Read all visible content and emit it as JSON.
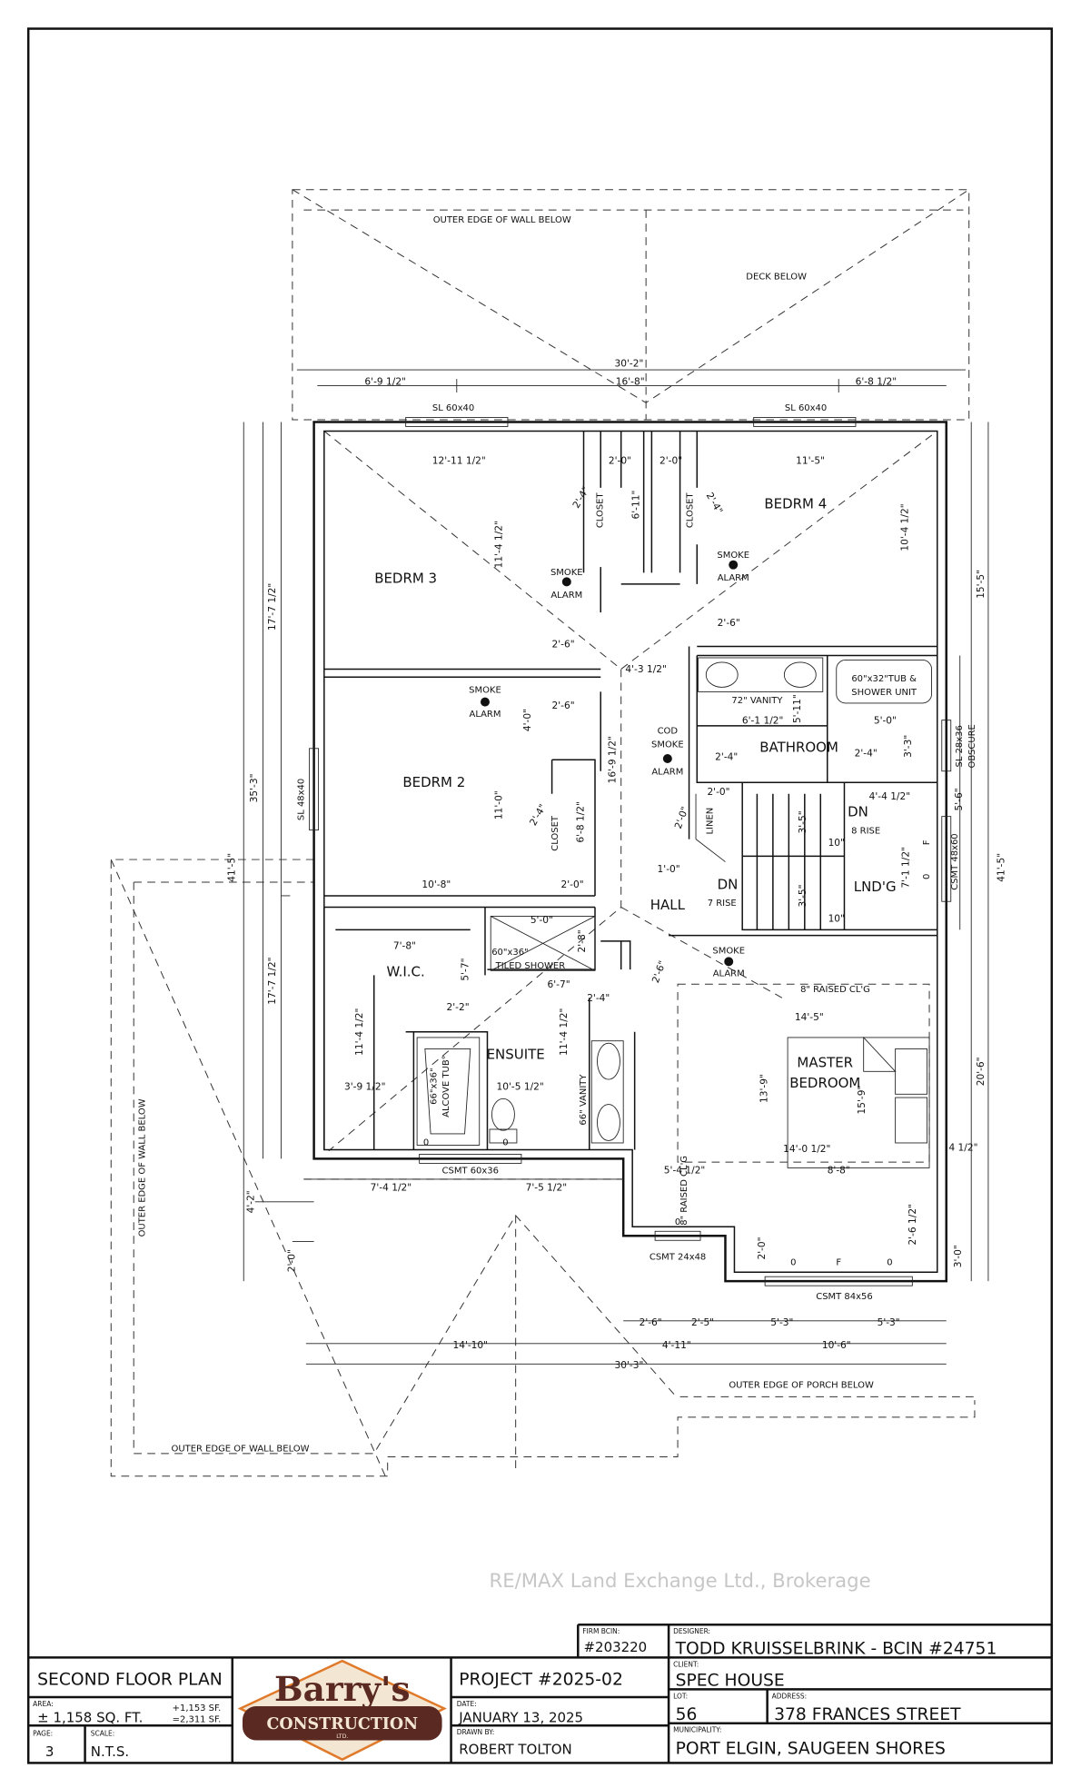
{
  "plan": {
    "notes": [
      "OUTER EDGE OF WALL BELOW",
      "DECK BELOW",
      "OUTER EDGE OF WALL BELOW",
      "OUTER EDGE OF WALL BELOW",
      "OUTER EDGE OF PORCH BELOW"
    ],
    "rooms": [
      "BEDRM 3",
      "BEDRM 4",
      "BEDRM 2",
      "BATHROOM",
      "HALL",
      "LND'G",
      "W.I.C.",
      "ENSUITE",
      "MASTER",
      "BEDROOM",
      "CLOSET",
      "CLOSET",
      "CLOSET",
      "LINEN"
    ],
    "smoke_alarms": [
      "SMOKE",
      "ALARM",
      "SMOKE",
      "ALARM",
      "SMOKE",
      "ALARM",
      "COD",
      "SMOKE",
      "ALARM",
      "SMOKE",
      "ALARM"
    ],
    "fixtures": [
      "60\"x32\"TUB &",
      "SHOWER UNIT",
      "72\" VANITY",
      "60\"x36\"",
      "TILED SHOWER",
      "66\"x36\"",
      "ALCOVE TUB°",
      "66\" VANITY",
      "8\" RAISED CL'G",
      "8\" RAISED CL'G",
      "DN",
      "8 RISE",
      "DN",
      "7 RISE"
    ],
    "windows": [
      "SL 60x40",
      "SL 60x40",
      "SL 48x40",
      "SL 28x36",
      "OBSCURE",
      "CSMT 48x60",
      "CSMT 60x36",
      "CSMT 24x48",
      "CSMT 84x56"
    ],
    "markers": [
      "0",
      "0",
      "F",
      "0",
      "F",
      "0",
      "0",
      "0"
    ],
    "dims": [
      "30'-2\"",
      "6'-9 1/2\"",
      "16'-8\"",
      "6'-8 1/2\"",
      "12'-11 1/2\"",
      "11'-4 1/2\"",
      "2'-0\"",
      "2'-0\"",
      "6'-11\"",
      "2'-4\"",
      "2'-4\"",
      "11'-5\"",
      "10'-4 1/2\"",
      "2'-6\"",
      "2'-6\"",
      "2'-6\"",
      "4'-3 1/2\"",
      "16'-9 1/2\"",
      "4'-0\"",
      "6'-1 1/2\"",
      "5'-11\"",
      "5'-0\"",
      "3'-3\"",
      "2'-4\"",
      "2'-4\"",
      "11'-0\"",
      "10'-8\"",
      "6'-8 1/2\"",
      "2'-0\"",
      "2'-4\"",
      "2'-0\"",
      "2'-0\"",
      "4'-4 1/2\"",
      "3'-5\"",
      "10\"",
      "3'-5\"",
      "10\"",
      "7'-1 1/2\"",
      "1'-0\"",
      "7'-8\"",
      "5'-7\"",
      "11'-4 1/2\"",
      "3'-9 1/2\"",
      "5'-0\"",
      "2'-8\"",
      "6'-7\"",
      "2'-2\"",
      "2'-4\"",
      "11'-4 1/2\"",
      "10'-5 1/2\"",
      "2'-6\"",
      "14'-5\"",
      "13'-9\"",
      "15'-9\"",
      "14'-0 1/2\"",
      "8'-8\"",
      "5'-4 1/2\"",
      "4 1/2\"",
      "2'-6 1/2\"",
      "2'-0\"",
      "3'-0\"",
      "7'-4 1/2\"",
      "7'-5 1/2\"",
      "2'-6\"",
      "2'-5\"",
      "5'-3\"",
      "5'-3\"",
      "14'-10\"",
      "4'-11\"",
      "10'-6\"",
      "30'-3\"",
      "4'-2\"",
      "2'-0\"",
      "41'-5\"",
      "35'-3\"",
      "17'-7 1/2\"",
      "17'-7 1/2\"",
      "15'-5\"",
      "5'-6\"",
      "41'-5\"",
      "20'-6\""
    ]
  },
  "title_block": {
    "sheet_title": "SECOND FLOOR PLAN",
    "area_label": "AREA:",
    "area_value": "± 1,158 SQ. FT.",
    "area_add": "+1,153 SF.",
    "area_total": "=2,311 SF.",
    "page_label": "PAGE:",
    "page_value": "3",
    "scale_label": "SCALE:",
    "scale_value": "N.T.S.",
    "logo_name": "Barry's",
    "logo_sub": "CONSTRUCTION",
    "logo_ltd": "LTD.",
    "project": "PROJECT #2025-02",
    "date_label": "DATE:",
    "date_value": "JANUARY 13, 2025",
    "drawn_label": "DRAWN BY:",
    "drawn_value": "ROBERT TOLTON",
    "firm_label": "FIRM BCIN:",
    "firm_value": "#203220",
    "designer_label": "DESIGNER:",
    "designer_value": "TODD KRUISSELBRINK - BCIN #24751",
    "client_label": "CLIENT:",
    "client_value": "SPEC HOUSE",
    "lot_label": "LOT:",
    "lot_value": "56",
    "address_label": "ADDRESS:",
    "address_value": "378 FRANCES STREET",
    "municipality_label": "MUNICIPALITY:",
    "municipality_value": "PORT ELGIN, SAUGEEN SHORES"
  },
  "watermark": "RE/MAX Land Exchange Ltd., Brokerage",
  "colors": {
    "logo_brown": "#5a2a22",
    "logo_orange": "#e07a2a",
    "logo_cream": "#f3e6d2"
  }
}
